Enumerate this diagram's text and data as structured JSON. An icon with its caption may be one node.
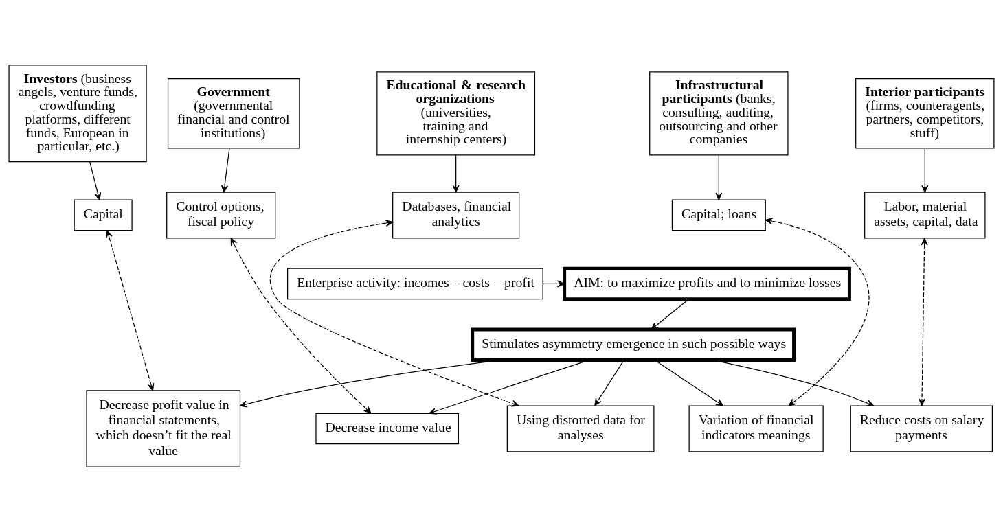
{
  "diagram": {
    "nodes": [
      {
        "text": [
          "**Investors** (business angels, venture funds, crowdfunding platforms, different funds, European in particular, etc.)"
        ]
      },
      {
        "text": [
          "**Government** (governmental financial and control institutions)"
        ]
      },
      {
        "text": [
          "**Infrastructural participants** (banks, consulting, auditing, outsourcing and other companies"
        ]
      },
      {
        "text": [
          "**Educational & research organizations** (universities, training and internship centers)"
        ]
      },
      {
        "text": [
          "**Interior participants** (firms, counteragents, partners, competitors, stuff)"
        ]
      },
      {
        "text": [
          "Capital"
        ]
      },
      {
        "text": [
          "Control options, fiscal policy"
        ]
      },
      {
        "text": [
          "Capital; loans"
        ]
      },
      {
        "text": [
          "Databases, financial analytics"
        ]
      },
      {
        "text": [
          "Labor, material assets, capital, data"
        ]
      },
      {
        "text": [
          "Enterprise activity: incomes – costs = profit"
        ]
      },
      {
        "text": [
          "AIM: to maximize profits and to minimize losses"
        ]
      },
      {
        "text": [
          "Stimulates asymmetry emergence in such possible ways"
        ]
      },
      {
        "text": [
          "Decrease profit value in financial statements, which doesn’t fit the real value"
        ]
      },
      {
        "text": [
          "Decrease income value"
        ]
      },
      {
        "text": [
          "Variation of financial indicators meanings"
        ]
      },
      {
        "text": [
          "Using distorted data for analyses"
        ]
      },
      {
        "text": [
          "Reduce costs on salary payments"
        ]
      }
    ],
    "edges": [
      {
        "from": 0,
        "to": 5,
        "arrow": "to"
      },
      {
        "from": 1,
        "to": 6,
        "arrow": "to"
      },
      {
        "from": 2,
        "to": 7,
        "arrow": "to"
      },
      {
        "from": 3,
        "to": 8,
        "arrow": "to"
      },
      {
        "from": 4,
        "to": 9,
        "arrow": "to"
      },
      {
        "from": 10,
        "to": 11,
        "arrow": "to"
      },
      {
        "from": 11,
        "to": 12,
        "arrow": "to"
      },
      {
        "from": 12,
        "to": 13,
        "arrow": "to"
      },
      {
        "from": 12,
        "to": 14,
        "arrow": "to"
      },
      {
        "from": 12,
        "to": 15,
        "arrow": "to"
      },
      {
        "from": 12,
        "to": 16,
        "arrow": "to"
      },
      {
        "from": 12,
        "to": 17,
        "arrow": "to"
      },
      {
        "from": 5,
        "to": 13,
        "arrow": "both",
        "style": "dashed"
      },
      {
        "from": 6,
        "to": 14,
        "arrow": "both",
        "style": "dashed"
      },
      {
        "from": 7,
        "to": 15,
        "arrow": "both",
        "style": "dashed"
      },
      {
        "from": 8,
        "to": 16,
        "arrow": "both",
        "style": "dashed"
      },
      {
        "from": 9,
        "to": 17,
        "arrow": "both",
        "style": "dashed"
      }
    ]
  }
}
